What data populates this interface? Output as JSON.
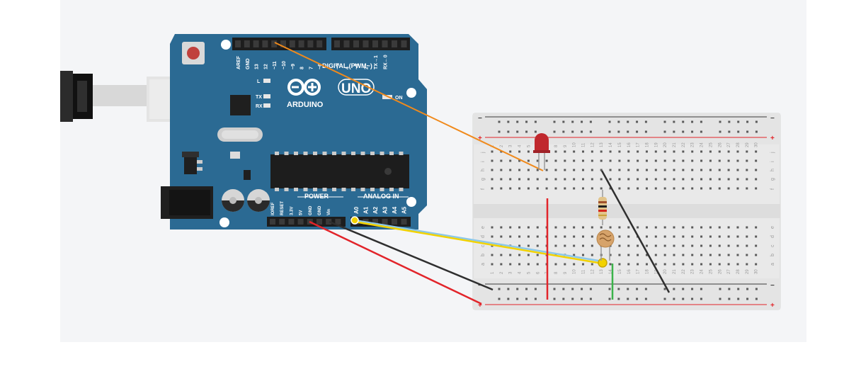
{
  "canvas": {
    "background": "#f4f5f7"
  },
  "arduino": {
    "board_color": "#2b6a93",
    "brand": "ARDUINO",
    "model": "UNO",
    "digital_label": "DIGITAL (PWM~)",
    "power_label": "POWER",
    "analog_label": "ANALOG IN",
    "on_label": "ON",
    "led_labels": [
      "L",
      "TX",
      "RX"
    ],
    "top_pin_labels": [
      "AREF",
      "GND",
      "13",
      "12",
      "~11",
      "~10",
      "~9",
      "8",
      "7",
      "~6",
      "~5",
      "4",
      "~3",
      "2",
      "TX→1",
      "RX←0"
    ],
    "power_pin_labels": [
      "IOREF",
      "RESET",
      "3.3V",
      "5V",
      "GND",
      "GND",
      "Vin"
    ],
    "analog_pin_labels": [
      "A0",
      "A1",
      "A2",
      "A3",
      "A4",
      "A5"
    ]
  },
  "breadboard": {
    "columns": [
      "1",
      "2",
      "3",
      "4",
      "5",
      "6",
      "7",
      "8",
      "9",
      "10",
      "11",
      "12",
      "13",
      "14",
      "15",
      "16",
      "17",
      "18",
      "19",
      "20",
      "21",
      "22",
      "23",
      "24",
      "25",
      "26",
      "27",
      "28",
      "29",
      "30"
    ],
    "upper_rows": [
      "j",
      "i",
      "h",
      "g",
      "f"
    ],
    "lower_rows": [
      "e",
      "d",
      "c",
      "b",
      "a"
    ],
    "rail_minus": "−",
    "rail_plus": "+"
  },
  "components": {
    "led_color": "#c0282d",
    "resistor_color": "#e2c48a",
    "photoresistor_color": "#d6a36a"
  },
  "wires": {
    "pin13_to_led": "#f08a1c",
    "a0_to_sensor": "#f2d200",
    "a0_to_sensor_accent": "#8cc8e8",
    "gnd_wire": "#2f2f2f",
    "power_wire": "#e2242a",
    "rail_red": "#e2242a",
    "sensor_green": "#3bb34a"
  }
}
